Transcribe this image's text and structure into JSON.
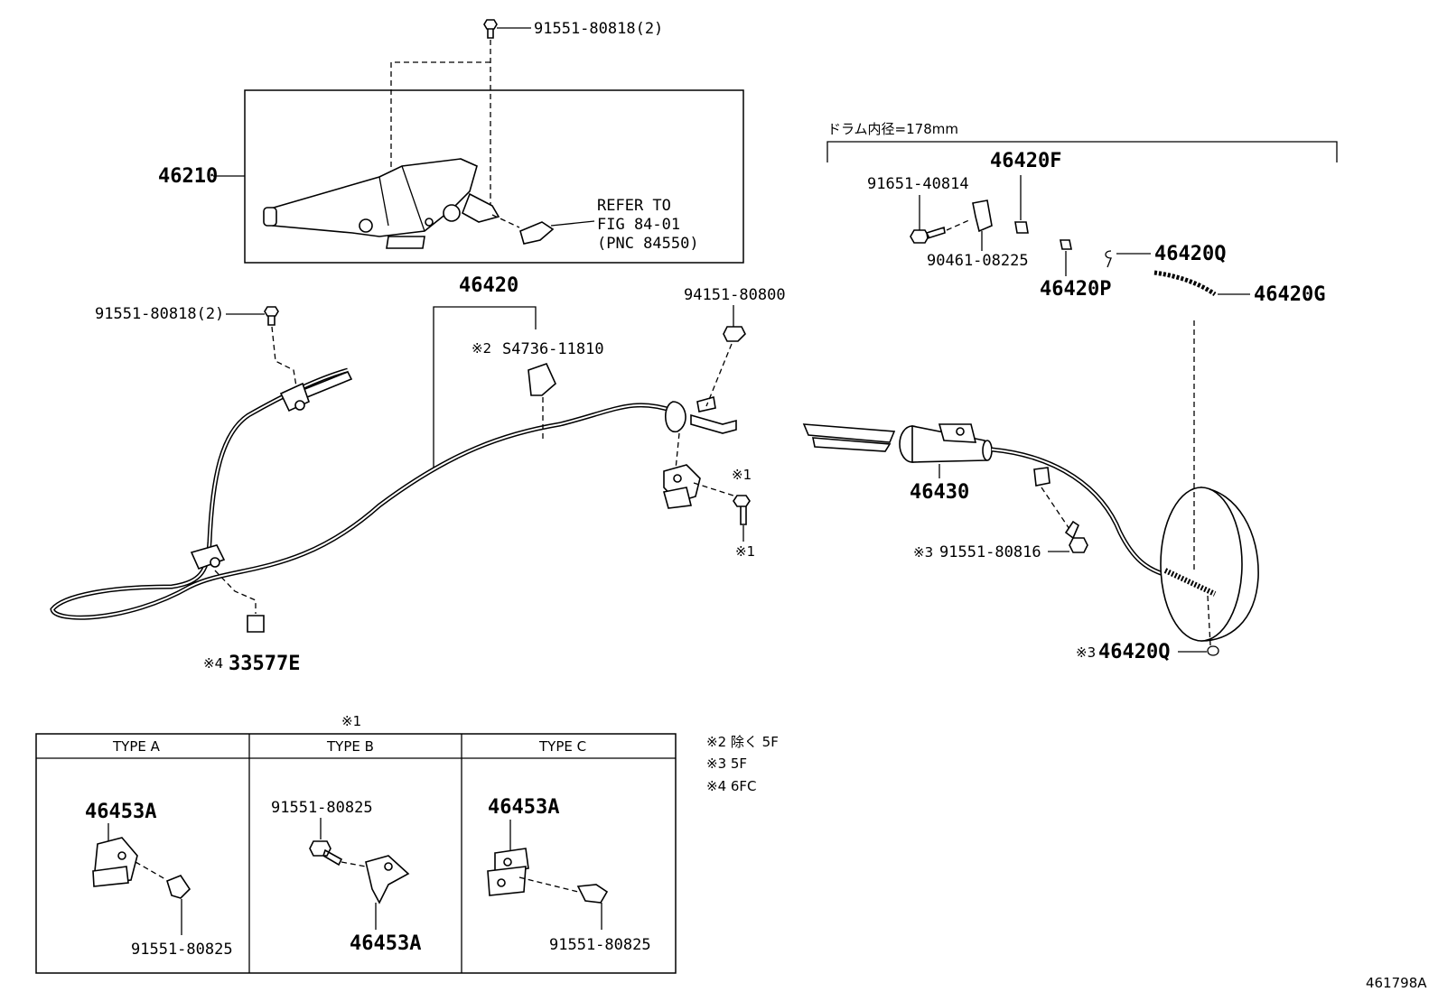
{
  "diagram_id": "461798A",
  "drum_note": "ドラム内径=178mm",
  "refer": {
    "line1": "REFER TO",
    "line2": "FIG 84-01",
    "line3": "(PNC 84550)"
  },
  "parts": {
    "bolt_top": "91551-80818(2)",
    "lever": "46210",
    "bolt_left": "91551-80818(2)",
    "cable_front": "46420",
    "cushion": "S4736-11810",
    "cushion_mark": "※2",
    "nut": "94151-80800",
    "bracket_mark_a": "※1",
    "bracket_mark_b": "※1",
    "clamp": "33577E",
    "clamp_mark": "※4",
    "bolt_drum": "91651-40814",
    "clip": "90461-08225",
    "part_f": "46420F",
    "part_p": "46420P",
    "part_q_top": "46420Q",
    "spring_g": "46420G",
    "equalizer": "46430",
    "bolt_rear": "91551-80816",
    "bolt_rear_mark": "※3",
    "part_q_bottom": "46420Q",
    "part_q_bottom_mark": "※3"
  },
  "table": {
    "title": "※1",
    "columns": [
      {
        "header": "TYPE A",
        "part_bracket": "46453A",
        "part_bolt": "91551-80825"
      },
      {
        "header": "TYPE B",
        "part_bracket": "46453A",
        "part_bolt": "91551-80825"
      },
      {
        "header": "TYPE C",
        "part_bracket": "46453A",
        "part_bolt": "91551-80825"
      }
    ]
  },
  "notes": [
    "※2 除く 5F",
    "※3 5F",
    "※4 6FC"
  ]
}
